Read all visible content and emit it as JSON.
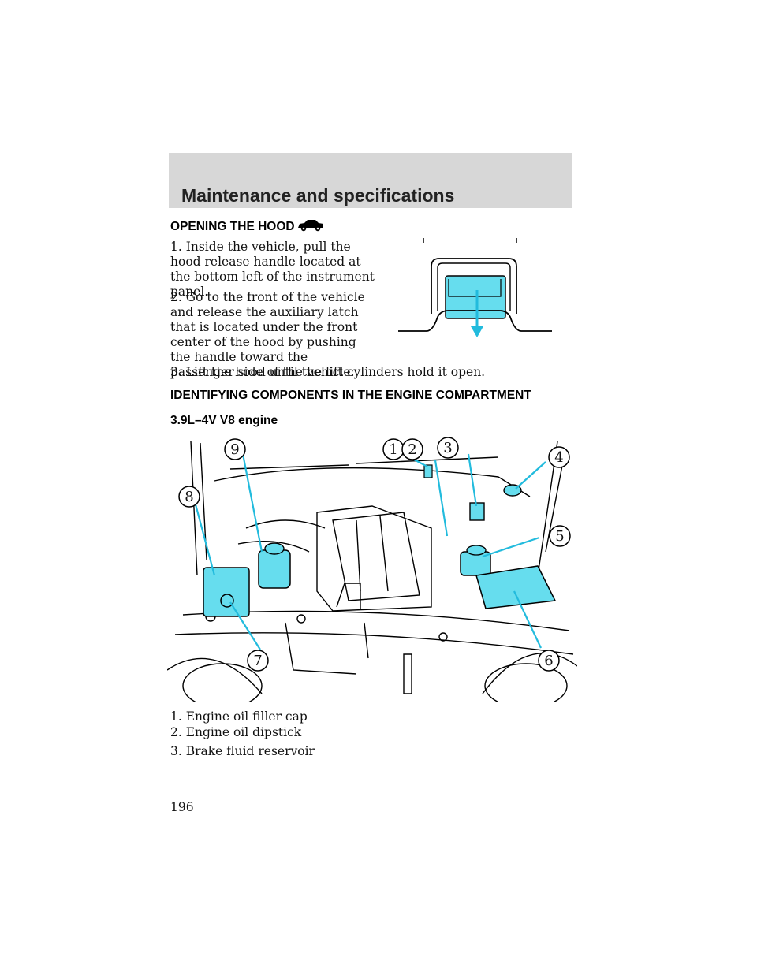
{
  "header": {
    "title": "Maintenance and specifications"
  },
  "opening_hood": {
    "heading": "OPENING THE HOOD",
    "icon": "car-icon",
    "steps": [
      "1. Inside the vehicle, pull the hood release handle located at the bottom left of the instrument panel.",
      "2. Go to the front of the vehicle and release the auxiliary latch that is located under the front center of the hood by pushing the handle toward the passenger side of the vehicle.",
      "3. Lift the hood until the lift cylinders hold it open."
    ]
  },
  "components": {
    "heading": "IDENTIFYING COMPONENTS IN THE ENGINE COMPARTMENT",
    "engine_label": "3.9L–4V V8 engine",
    "callouts": [
      "1",
      "2",
      "3",
      "4",
      "5",
      "6",
      "7",
      "8",
      "9"
    ],
    "highlight_color": "#66ddee",
    "list": [
      "1. Engine oil filler cap",
      "2. Engine oil dipstick",
      "3. Brake fluid reservoir"
    ]
  },
  "page_number": "196"
}
